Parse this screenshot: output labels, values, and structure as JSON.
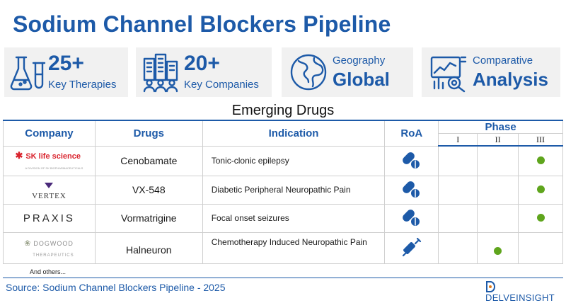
{
  "title": "Sodium Channel Blockers Pipeline",
  "stats": [
    {
      "big": "25+",
      "small": "Key Therapies",
      "icon": "flask-icon"
    },
    {
      "big": "20+",
      "small": "Key Companies",
      "icon": "buildings-people-icon"
    },
    {
      "small": "Geography",
      "big": "Global",
      "icon": "globe-icon"
    },
    {
      "small": "Comparative",
      "big": "Analysis",
      "icon": "analytics-icon"
    }
  ],
  "subtitle": "Emerging Drugs",
  "table": {
    "headers": {
      "company": "Company",
      "drugs": "Drugs",
      "indication": "Indication",
      "roa": "RoA",
      "phase": "Phase"
    },
    "phases": [
      "I",
      "II",
      "III"
    ],
    "rows": [
      {
        "company": "SK life science",
        "company_tagline": "A DIVISION OF SK BIOPHARMACEUTICALS",
        "drug": "Cenobamate",
        "indication": "Tonic-clonic epilepsy",
        "roa": "oral",
        "phase": 3
      },
      {
        "company": "VERTEX",
        "drug": "VX-548",
        "indication": "Diabetic Peripheral Neuropathic Pain",
        "roa": "oral",
        "phase": 3
      },
      {
        "company": "PRAXIS",
        "drug": "Vormatrigine",
        "indication": "Focal onset seizures",
        "roa": "oral",
        "phase": 3
      },
      {
        "company": "DOGWOOD",
        "company_tagline": "THERAPEUTICS",
        "drug": "Halneuron",
        "indication": "Chemotherapy Induced Neuropathic Pain",
        "roa": "injection",
        "phase": 2
      }
    ],
    "footnote": "And others..."
  },
  "source": "Source: Sodium Channel Blockers Pipeline - 2025",
  "brand": "DELVEINSIGHT",
  "colors": {
    "primary": "#1d5aa8",
    "dot": "#5fa51d",
    "panel": "#f1f1f1",
    "sk_red": "#d9232d",
    "sk_orange": "#f28c1c"
  }
}
